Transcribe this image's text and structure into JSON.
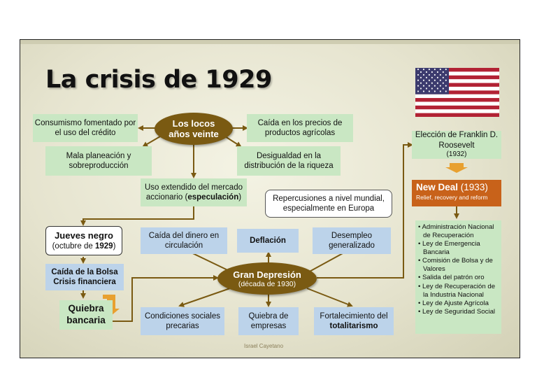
{
  "title": "La crisis de 1929",
  "center_top": {
    "line1": "Los locos",
    "line2": "años veinte"
  },
  "left_top_box": "Consumismo fomentado por el uso del crédito",
  "left_mid_box": "Mala planeación y sobreproducción",
  "right_top_box": "Caída en los precios de productos agrícolas",
  "right_mid_box": "Desigualdad en la distribución de la riqueza",
  "speculation": {
    "prefix": "Uso extendido del mercado accionario (",
    "bold": "especulación",
    "suffix": ")"
  },
  "repercussions": "Repercusiones a nivel mundial, especialmente en Europa",
  "jueves_negro": {
    "title": "Jueves negro",
    "prefix": "(octubre de ",
    "year": "1929",
    "suffix": ")"
  },
  "caida_bolsa": {
    "line1": "Caída de la Bolsa",
    "line2": "Crisis financiera"
  },
  "quiebra_bancaria": {
    "line1": "Quiebra",
    "line2": "bancaria"
  },
  "gran_depresion": {
    "title": "Gran Depresión",
    "subtitle": "(década de 1930)"
  },
  "effects": {
    "dinero": "Caída del dinero en circulación",
    "deflacion": "Deflación",
    "desempleo": "Desempleo generalizado",
    "condiciones": "Condiciones sociales precarias",
    "quiebra_empresas": "Quiebra de empresas",
    "fortalecimiento": {
      "prefix": "Fortalecimiento del",
      "bold": "totalitarismo"
    }
  },
  "roosevelt": "Elección de Franklin D. Roosevelt",
  "roosevelt_year": "(1932)",
  "new_deal": {
    "title": "New Deal",
    "year": "(1933)",
    "subtitle": "Relief, recovery and reform"
  },
  "new_deal_items": [
    "Administración Nacional de Recuperación",
    "Ley de Emergencia Bancaria",
    "Comisión de Bolsa y de Valores",
    "Salida del patrón oro",
    "Ley de Recuperación de la Industria Nacional",
    "Ley de Ajuste Agrícola",
    "Ley de Seguridad Social"
  ],
  "credit": "Israel Cayetano",
  "icons": {
    "flag": "us-flag-icon"
  },
  "colors": {
    "oval": "#7a5a12",
    "green": "#c9e7c3",
    "blue": "#bcd3ea",
    "new_deal": "#c8621a",
    "orange_arrow": "#e8a030"
  }
}
